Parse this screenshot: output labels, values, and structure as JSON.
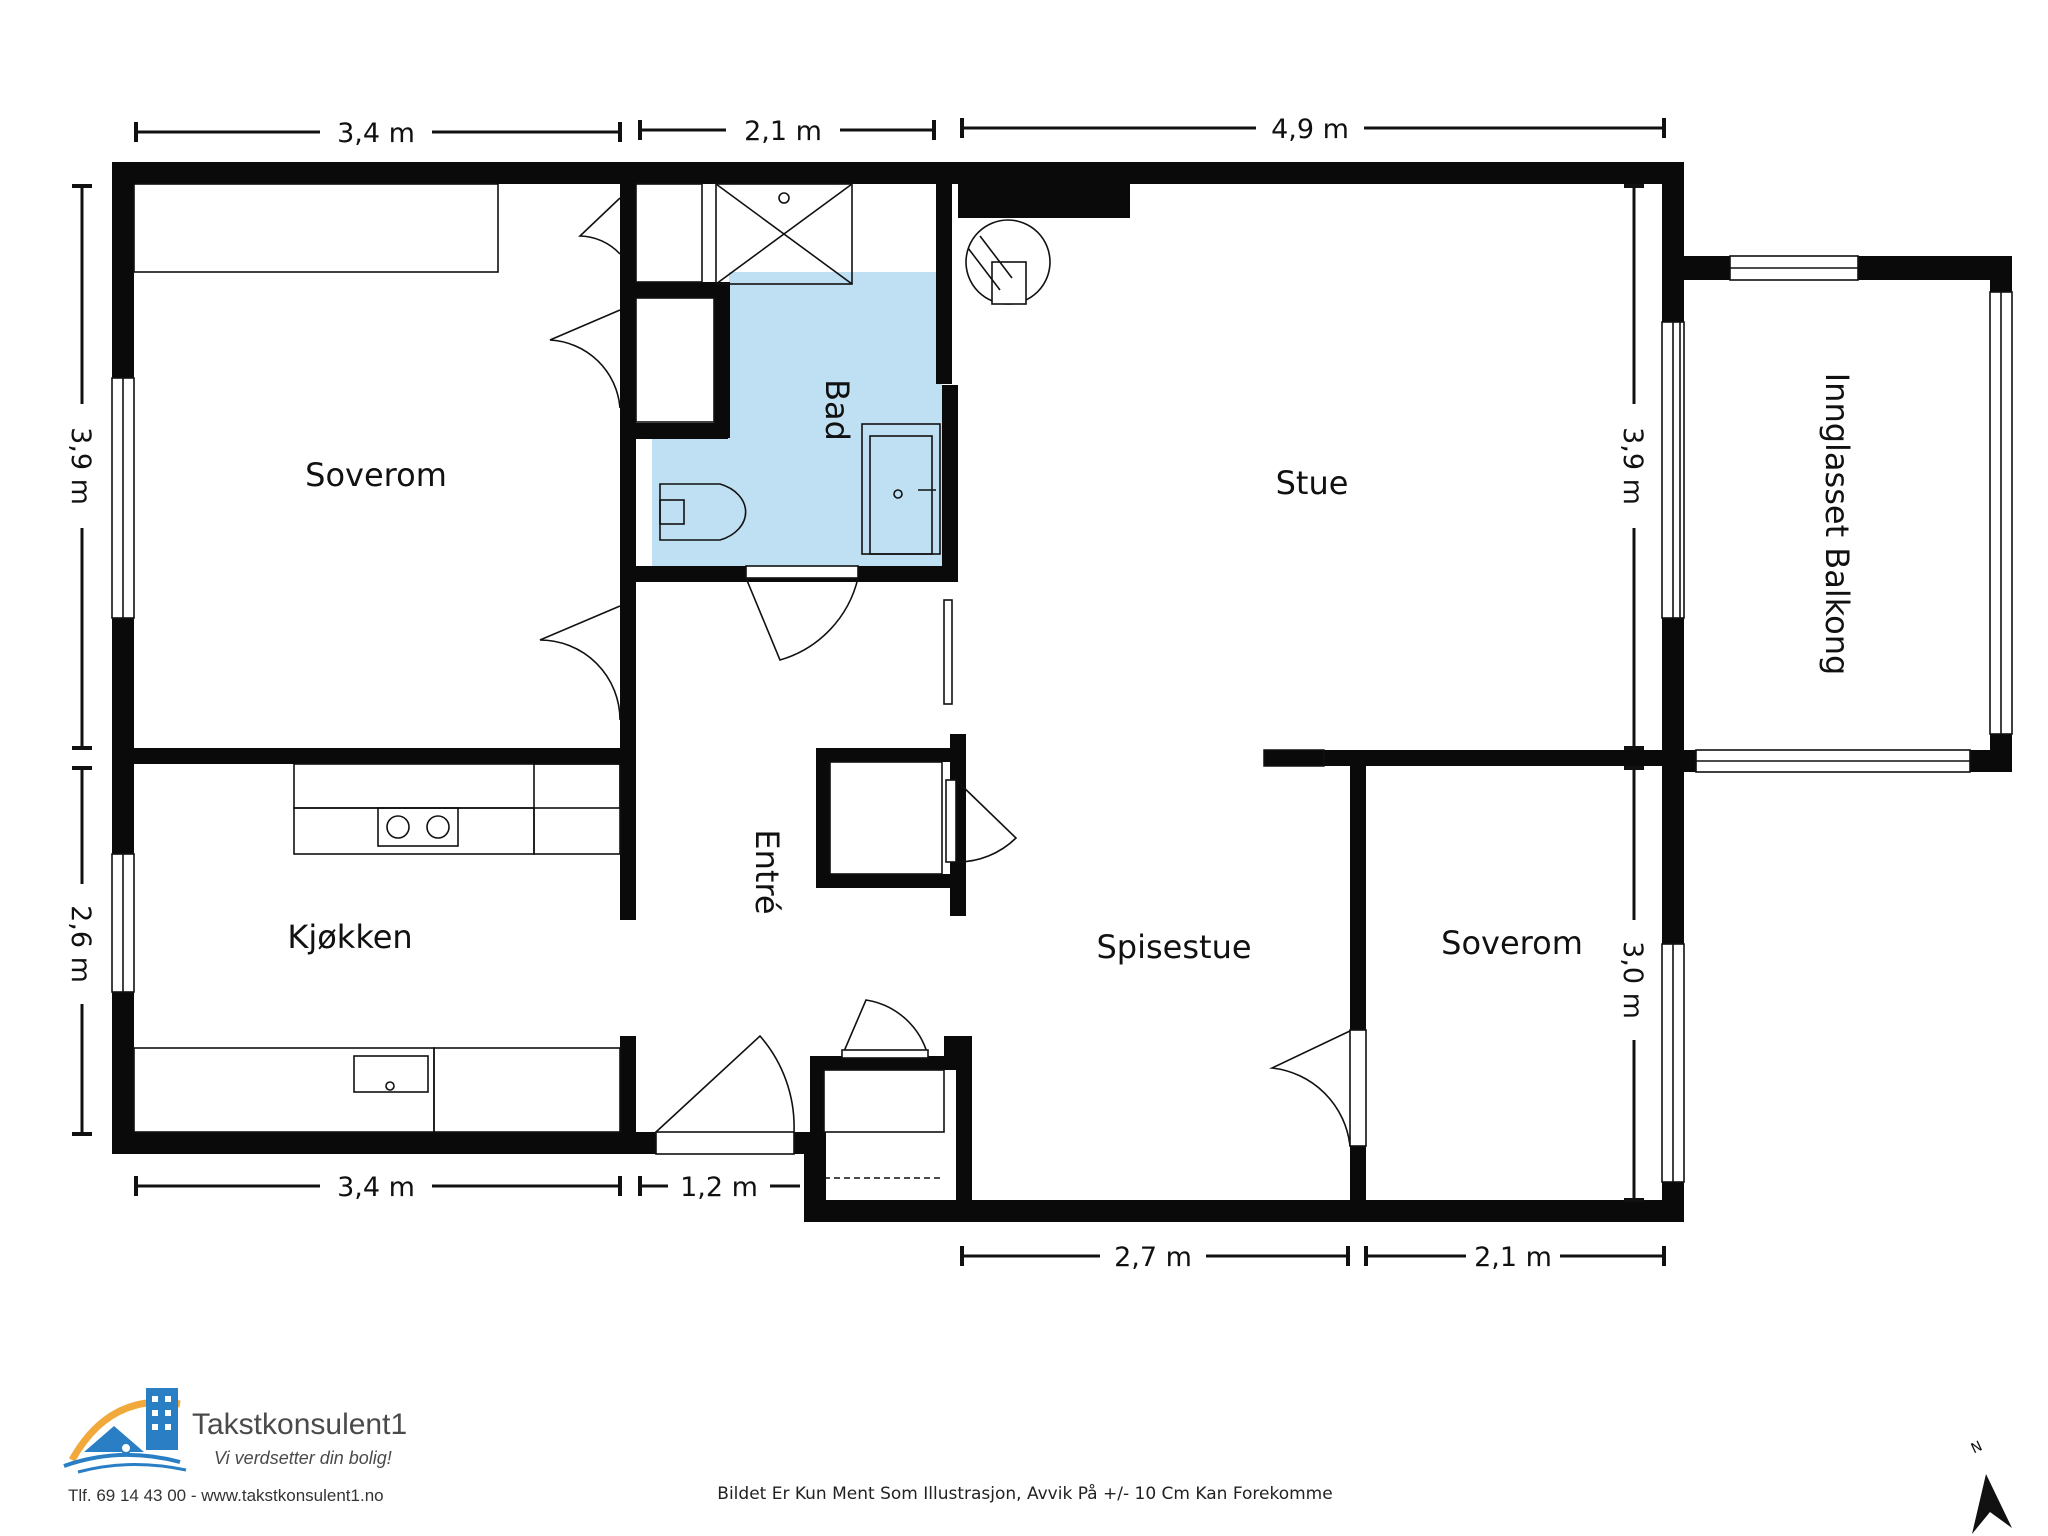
{
  "rooms": {
    "soverom_1": "Soverom",
    "bad": "Bad",
    "stue": "Stue",
    "balkong": "Innglasset Balkong",
    "kjokken": "Kjøkken",
    "entre": "Entré",
    "spisestue": "Spisestue",
    "soverom_2": "Soverom"
  },
  "dimensions": {
    "top_1": "3,4 m",
    "top_2": "2,1 m",
    "top_3": "4,9 m",
    "left_1": "3,9 m",
    "left_2": "2,6 m",
    "right_1": "3,9 m",
    "right_2": "3,0 m",
    "bottom_1": "3,4 m",
    "bottom_2": "1,2 m",
    "bottom_3": "2,7 m",
    "bottom_4": "2,1 m"
  },
  "logo": {
    "name": "Takstkonsulent1",
    "slogan": "Vi verdsetter din bolig!",
    "contact": "Tlf. 69 14 43 00 - www.takstkonsulent1.no"
  },
  "disclaimer": "Bildet Er Kun Ment Som Illustrasjon, Avvik På +/- 10 Cm Kan Forekomme",
  "compass": {
    "label": "N"
  },
  "colors": {
    "bathroom": "#bfe0f2",
    "walls": "#0a0a0a",
    "logo_blue": "#2a7fc4",
    "logo_orange": "#f2a93b"
  }
}
